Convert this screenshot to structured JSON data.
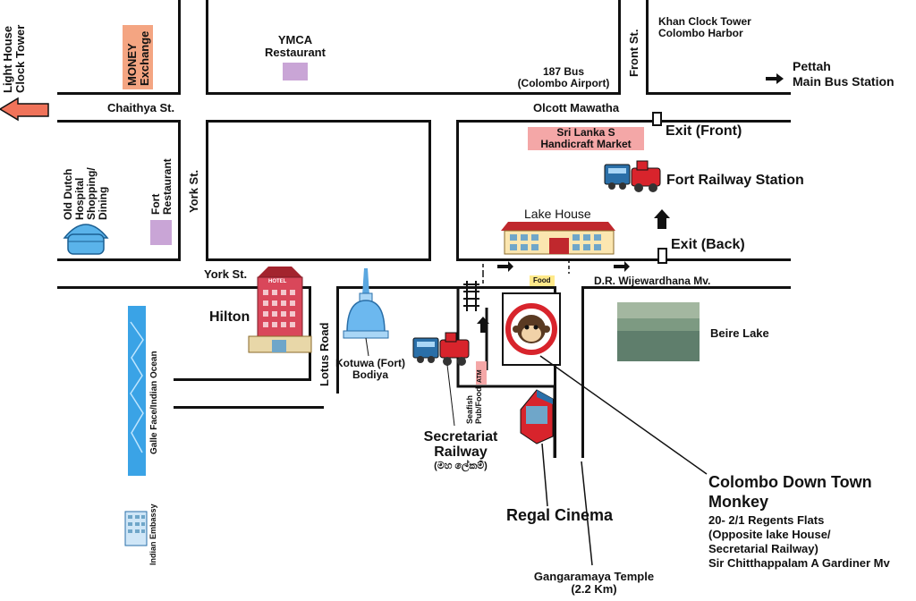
{
  "streets": {
    "chaithya": "Chaithya St.",
    "olcott": "Olcott Mawatha",
    "york_horizontal": "York St.",
    "york_vertical": "York St.",
    "front": "Front St.",
    "lotus": "Lotus Road",
    "wijewardhana": "D.R. Wijewardhana Mv."
  },
  "places": {
    "lighthouse": [
      "Light House",
      "Clock Tower"
    ],
    "money_exchange": [
      "MONEY",
      "Exchange"
    ],
    "ymca": [
      "YMCA",
      "Restaurant"
    ],
    "bus_187": [
      "187 Bus",
      "(Colombo Airport)"
    ],
    "khan_clock": [
      "Khan Clock Tower",
      "Colombo Harbor"
    ],
    "pettah": [
      "Pettah",
      "Main Bus Station"
    ],
    "handicraft": [
      "Sri Lanka S",
      "Handicraft Market"
    ],
    "exit_front": "Exit (Front)",
    "fort_railway": "Fort Railway Station",
    "exit_back": "Exit (Back)",
    "lake_house": "Lake House",
    "old_dutch": [
      "Old Dutch",
      "Hospital",
      "Shopping/",
      "Dining"
    ],
    "fort_restaurant": [
      "Fort",
      "Restaurant"
    ],
    "hilton": "Hilton",
    "hotel_sign": "HOTEL",
    "kotuwa": [
      "Kotuwa (Fort)",
      "Bodiya"
    ],
    "food": "Food",
    "atm": "ATM",
    "seafish": [
      "Seafish",
      "Pub/Food"
    ],
    "secretariat": [
      "Secretariat",
      "Railway",
      "(මහ ලේකම්)"
    ],
    "beire_lake": "Beire Lake",
    "galle_face": "Galle Face/Indian Ocean",
    "indian_embassy": "Indian Embassy",
    "regal_cinema": "Regal Cinema",
    "gangaramaya": [
      "Gangaramaya Temple",
      "(2.2 Km)"
    ],
    "monkey_title": [
      "Colombo Down Town",
      "Monkey"
    ],
    "monkey_address": [
      "20- 2/1 Regents Flats",
      "(Opposite lake House/",
      "Secretarial Railway)",
      "Sir Chitthappalam A Gardiner Mv"
    ]
  },
  "colors": {
    "road_outline": "#111111",
    "money_box": "#f4a582",
    "purple_box": "#c9a5d6",
    "handicraft_box": "#f4a7a7",
    "left_arrow": "#f0735a",
    "water": "#3aa3e6",
    "lake": "#7d9a82",
    "train_red": "#d8242c",
    "train_blue": "#2a6fa8"
  }
}
